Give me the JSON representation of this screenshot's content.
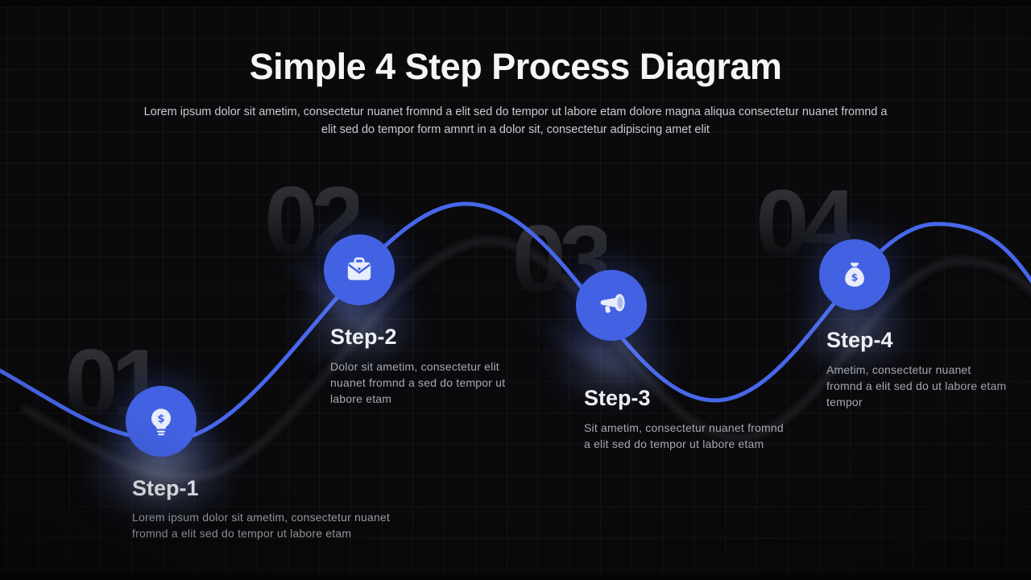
{
  "slide": {
    "title": "Simple 4 Step Process Diagram",
    "subtitle": {
      "line1": "Lorem ipsum dolor sit ametim, consectetur nuanet fromnd a elit sed do tempor ut labore etam dolore magna aliqua consectetur nuanet fromnd a",
      "line2": "elit sed do tempor form amnrt in a dolor sit, consectetur adipiscing amet elit"
    }
  },
  "steps": [
    {
      "number": "01",
      "title": "Step-1",
      "description": "Lorem ipsum dolor sit ametim, consectetur nuanet fromnd a elit sed do tempor ut labore etam",
      "icon": "idea-bulb-dollar-icon"
    },
    {
      "number": "02",
      "title": "Step-2",
      "description": "Dolor sit ametim, consectetur elit nuanet fromnd a sed do tempor ut labore etam",
      "icon": "briefcase-icon"
    },
    {
      "number": "03",
      "title": "Step-3",
      "description": "Sit ametim, consectetur nuanet fromnd a elit sed do tempor ut labore etam",
      "icon": "megaphone-icon"
    },
    {
      "number": "04",
      "title": "Step-4",
      "description": "Ametim, consectetur nuanet fromnd a elit sed do ut labore etam tempor",
      "icon": "money-bag-dollar-icon"
    }
  ],
  "colors": {
    "background": "#0a0a0c",
    "accent_blue": "#4262e3",
    "curve_blue": "#4767eb",
    "icon_fill": "#e9edfb",
    "title_text": "#f4f5f7",
    "subtitle_text": "#c9cbd0",
    "step_title_text": "#edeff3",
    "step_desc_text": "#a6a9af",
    "ghost_number_gray": "#2c2d31"
  }
}
